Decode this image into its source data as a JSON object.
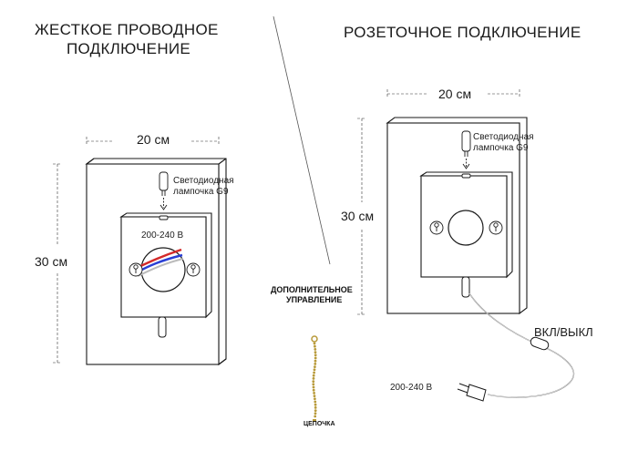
{
  "left_panel": {
    "title_line1": "ЖЕСТКОЕ ПРОВОДНОЕ",
    "title_line2": "ПОДКЛЮЧЕНИЕ",
    "width_label": "20 см",
    "height_label": "30 см",
    "bulb_label_line1": "Светодиодная",
    "bulb_label_line2": "лампочка G9",
    "voltage_label": "200-240 В"
  },
  "right_panel": {
    "title": "РОЗЕТОЧНОЕ ПОДКЛЮЧЕНИЕ",
    "width_label": "20 см",
    "height_label": "30 см",
    "bulb_label_line1": "Светодиодная",
    "bulb_label_line2": "лампочка G9",
    "switch_label": "ВКЛ/ВЫКЛ",
    "voltage_label": "200-240 В"
  },
  "extra": {
    "title_line1": "ДОПОЛНИТЕЛЬНОЕ",
    "title_line2": "УПРАВЛЕНИЕ",
    "chain_label": "ЦЕПОЧКА"
  },
  "colors": {
    "line": "#1a1a1a",
    "wire_red": "#d42a2a",
    "wire_blue": "#2a3fd4",
    "chain": "#b89a3a",
    "cable": "#888888"
  }
}
